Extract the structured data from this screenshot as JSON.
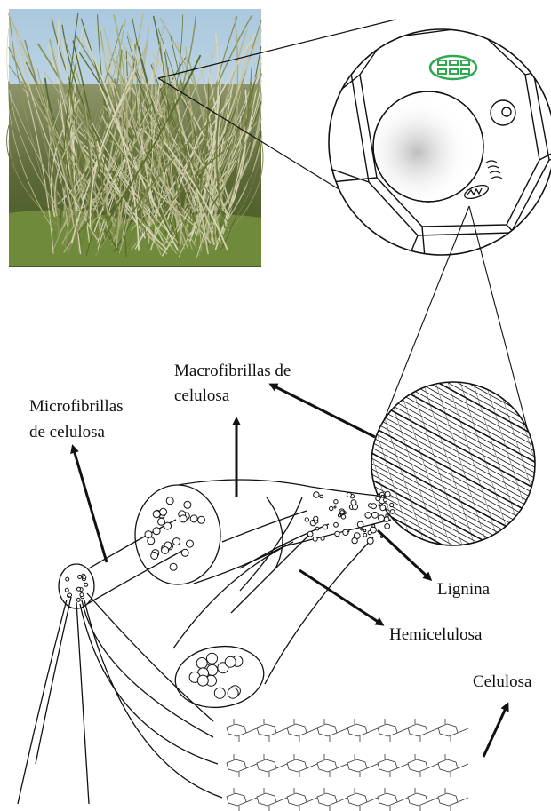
{
  "labels": {
    "macrofibrillas_line1": "Macrofibrillas de",
    "macrofibrillas_line2": "celulosa",
    "microfibrillas_line1": "Microfibrillas",
    "microfibrillas_line2": "de celulosa",
    "lignina": "Lignina",
    "hemicelulosa": "Hemicelulosa",
    "celulosa": "Celulosa"
  },
  "colors": {
    "ink": "#111111",
    "organelle_green": "#2fa84f",
    "grass_dark": "#4f5a30",
    "grass_light": "#9da46a",
    "sky": "#cfe0ec"
  }
}
